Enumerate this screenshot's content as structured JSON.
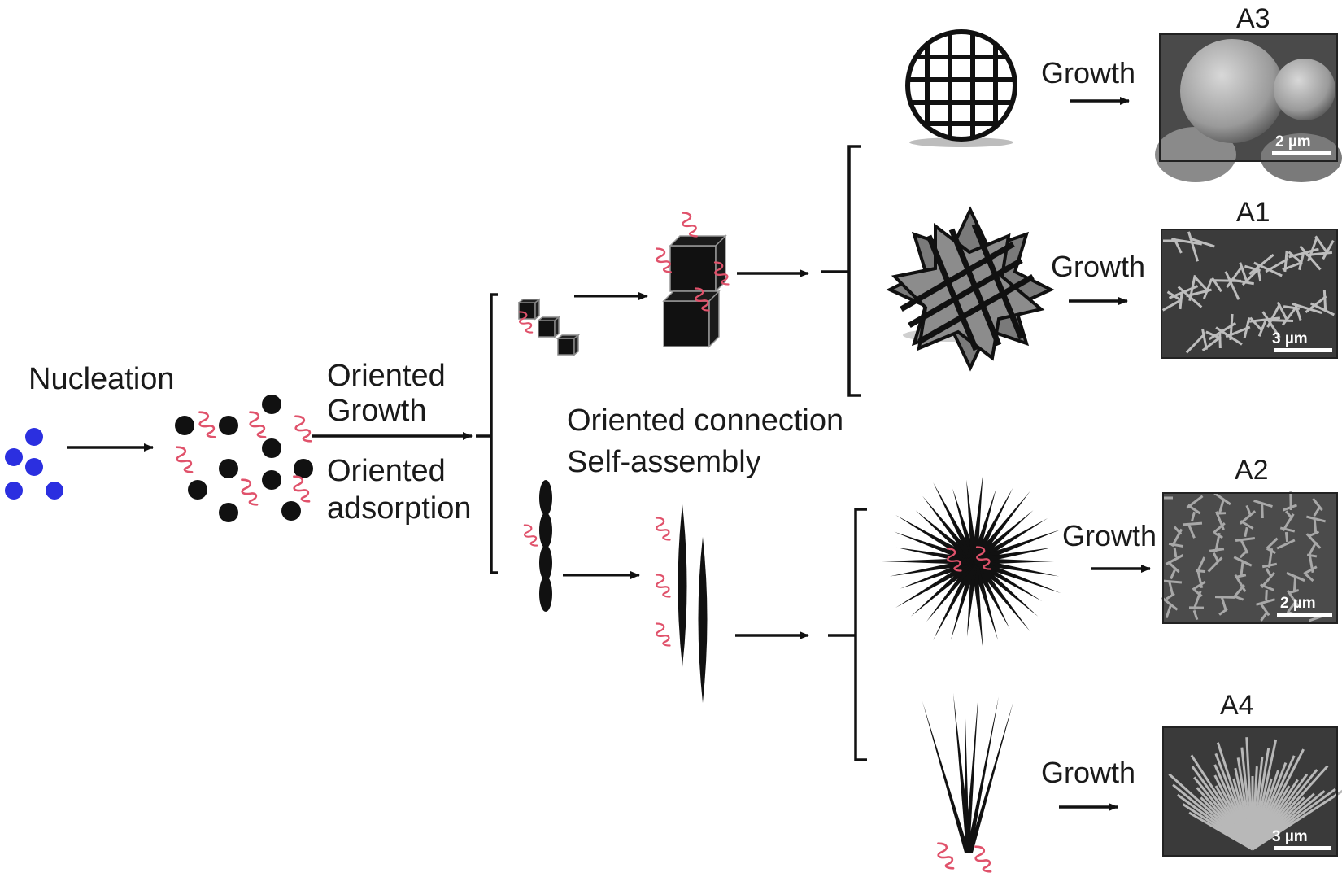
{
  "stages": {
    "nucleation": "Nucleation",
    "oriented_growth": [
      "Oriented",
      "Growth"
    ],
    "oriented_adsorption": [
      "Oriented",
      "adsorption"
    ],
    "oriented_connection": "Oriented connection",
    "self_assembly": "Self-assembly"
  },
  "products": [
    {
      "id": "A3",
      "label": "A3",
      "growth": "Growth",
      "scale": "2 µm",
      "shape": "sphere"
    },
    {
      "id": "A1",
      "label": "A1",
      "growth": "Growth",
      "scale": "3 µm",
      "shape": "star"
    },
    {
      "id": "A2",
      "label": "A2",
      "growth": "Growth",
      "scale": "2 µm",
      "shape": "urchin"
    },
    {
      "id": "A4",
      "label": "A4",
      "growth": "Growth",
      "scale": "3 µm",
      "shape": "fan"
    }
  ],
  "colors": {
    "nucleus": "#2b2fe0",
    "particle": "#111111",
    "surfactant": "#e0526b",
    "sem_bg": "#5a5a5a"
  }
}
